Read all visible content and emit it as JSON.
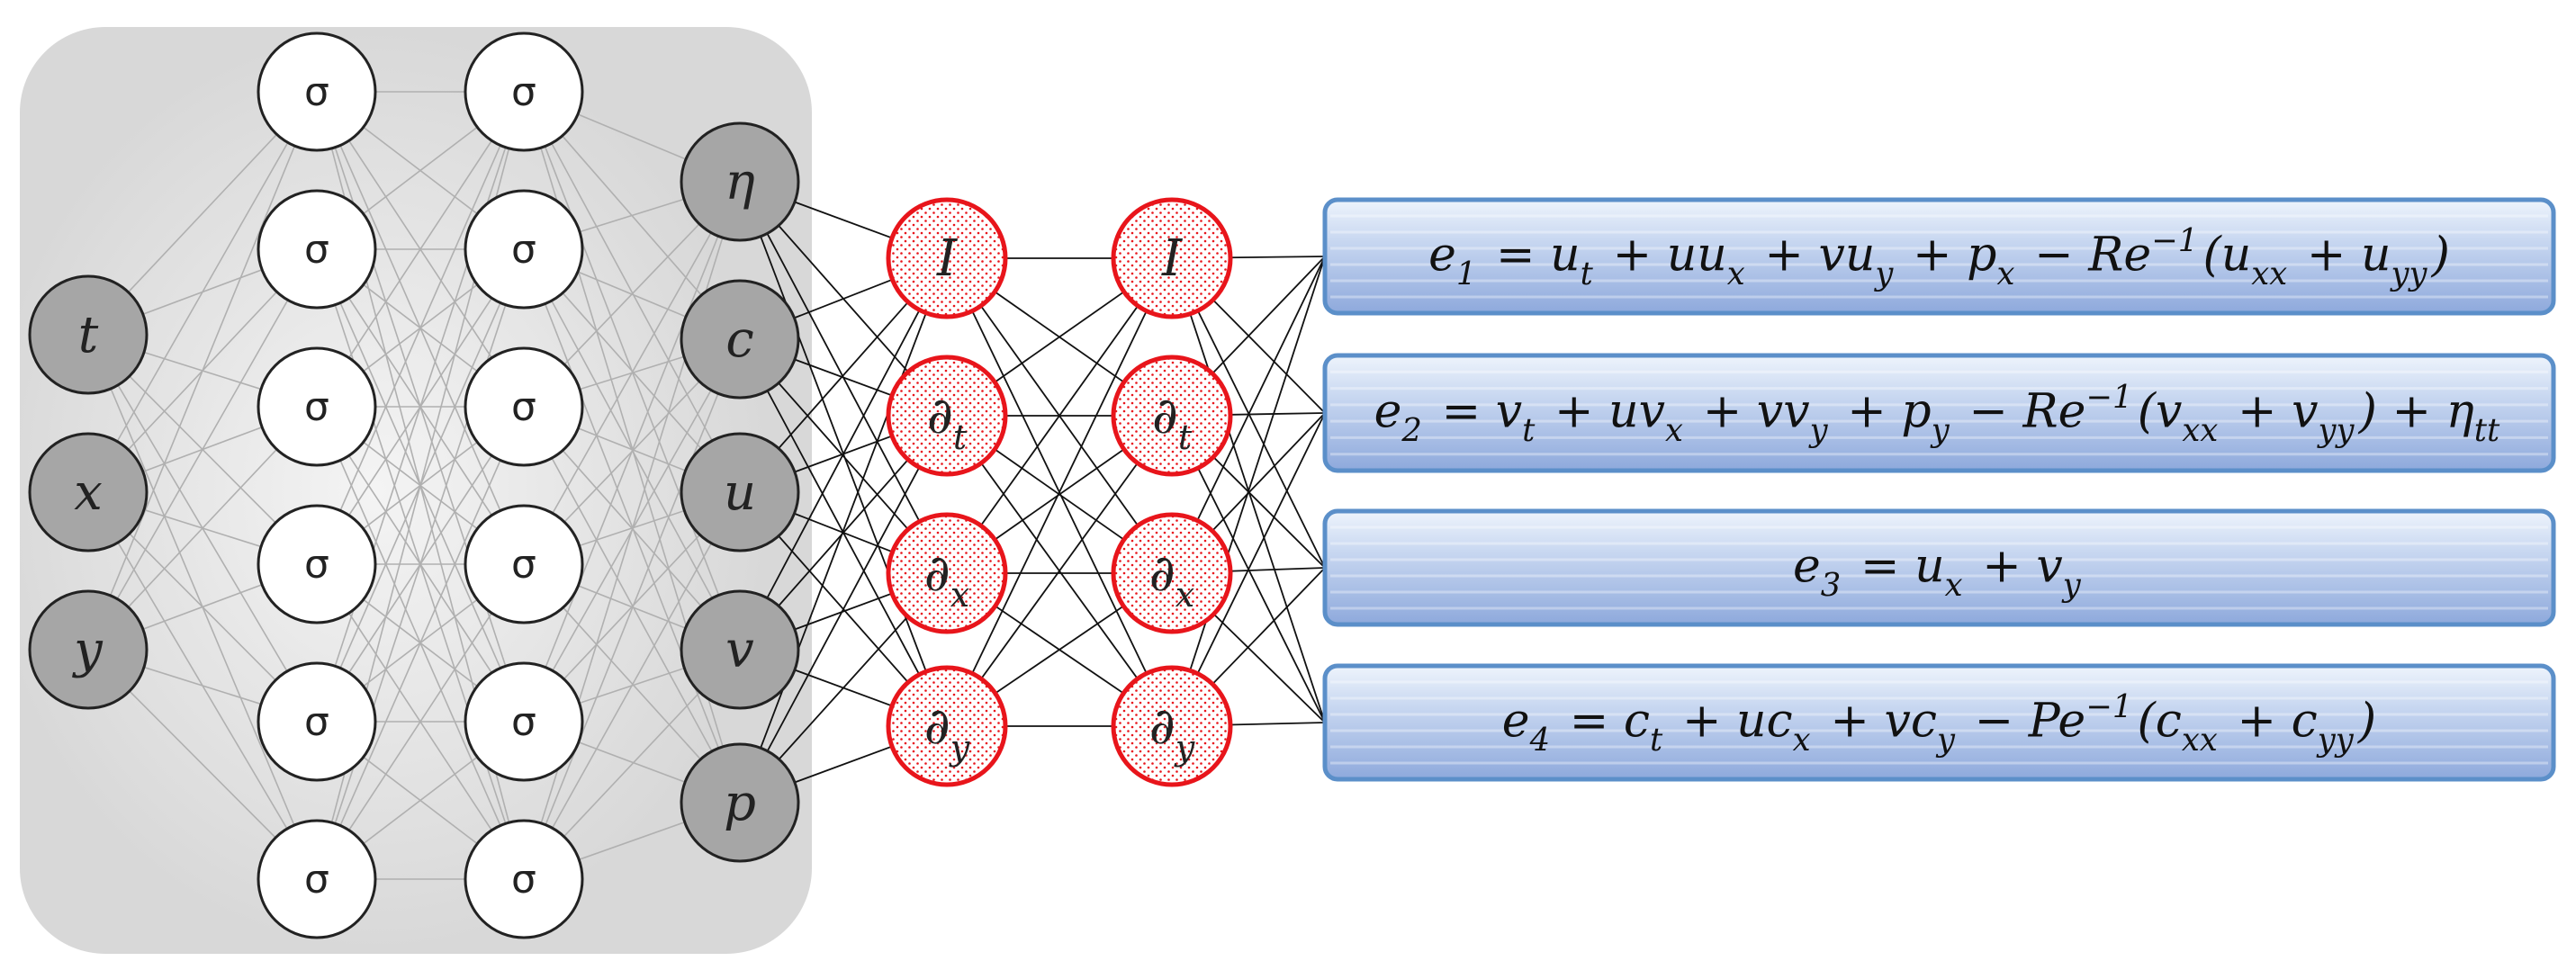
{
  "colors": {
    "panel": "#dcdcdc",
    "input_fill": "#a6a6a6",
    "hidden_fill": "#ffffff",
    "diff_stroke": "#e8151b",
    "diff_dot": "#e8151b",
    "eq_stroke": "#5b8fc9",
    "eq_top": "#e8f0fa",
    "eq_bottom": "#8ea9dc",
    "edge_light": "#b0b0b0",
    "edge_dark": "#111111"
  },
  "network": {
    "inputs": [
      "t",
      "x",
      "y"
    ],
    "hidden_layer_1": [
      "σ",
      "σ",
      "σ",
      "σ",
      "σ",
      "σ"
    ],
    "hidden_layer_2": [
      "σ",
      "σ",
      "σ",
      "σ",
      "σ",
      "σ"
    ],
    "outputs": [
      "η",
      "c",
      "u",
      "v",
      "p"
    ]
  },
  "operators": {
    "layer_1": [
      {
        "base": "I",
        "sub": ""
      },
      {
        "base": "∂",
        "sub": "t"
      },
      {
        "base": "∂",
        "sub": "x"
      },
      {
        "base": "∂",
        "sub": "y"
      }
    ],
    "layer_2": [
      {
        "base": "I",
        "sub": ""
      },
      {
        "base": "∂",
        "sub": "t"
      },
      {
        "base": "∂",
        "sub": "x"
      },
      {
        "base": "∂",
        "sub": "y"
      }
    ]
  },
  "equations": [
    {
      "text": "e₁ = uₜ + uuₓ + vu_y + pₓ − Re⁻¹(uₓₓ + u_yy)",
      "parts": [
        [
          "e",
          "1"
        ],
        [
          " = ",
          ""
        ],
        [
          "u",
          "t"
        ],
        [
          " + u",
          ""
        ],
        [
          "u",
          "x"
        ],
        [
          " + v",
          ""
        ],
        [
          "u",
          "y"
        ],
        [
          " + ",
          ""
        ],
        [
          "p",
          "x"
        ],
        [
          " − Re",
          ""
        ],
        [
          "",
          "",
          "−1"
        ],
        [
          "(",
          ""
        ],
        [
          "u",
          "xx"
        ],
        [
          " + ",
          ""
        ],
        [
          "u",
          "yy"
        ],
        [
          ")",
          ""
        ]
      ]
    },
    {
      "text": "e₂ = vₜ + uvₓ + vv_y + p_y − Re⁻¹(vₓₓ + v_yy) + ηₜₜ",
      "parts": [
        [
          "e",
          "2"
        ],
        [
          " = ",
          ""
        ],
        [
          "v",
          "t"
        ],
        [
          " + u",
          ""
        ],
        [
          "v",
          "x"
        ],
        [
          " + v",
          ""
        ],
        [
          "v",
          "y"
        ],
        [
          " + ",
          ""
        ],
        [
          "p",
          "y"
        ],
        [
          " − Re",
          ""
        ],
        [
          "",
          "",
          "−1"
        ],
        [
          "(",
          ""
        ],
        [
          "v",
          "xx"
        ],
        [
          " + ",
          ""
        ],
        [
          "v",
          "yy"
        ],
        [
          ")",
          ""
        ],
        [
          " + ",
          ""
        ],
        [
          "η",
          "tt"
        ]
      ]
    },
    {
      "text": "e₃ = uₓ + v_y",
      "parts": [
        [
          "e",
          "3"
        ],
        [
          " = ",
          ""
        ],
        [
          "u",
          "x"
        ],
        [
          " + ",
          ""
        ],
        [
          "v",
          "y"
        ]
      ]
    },
    {
      "text": "e₄ = cₜ + ucₓ + vc_y − Pe⁻¹(cₓₓ + c_yy)",
      "parts": [
        [
          "e",
          "4"
        ],
        [
          " = ",
          ""
        ],
        [
          "c",
          "t"
        ],
        [
          " + u",
          ""
        ],
        [
          "c",
          "x"
        ],
        [
          " + v",
          ""
        ],
        [
          "c",
          "y"
        ],
        [
          " − Pe",
          ""
        ],
        [
          "",
          "",
          "−1"
        ],
        [
          "(",
          ""
        ],
        [
          "c",
          "xx"
        ],
        [
          " + ",
          ""
        ],
        [
          "c",
          "yy"
        ],
        [
          ")",
          ""
        ]
      ]
    }
  ]
}
